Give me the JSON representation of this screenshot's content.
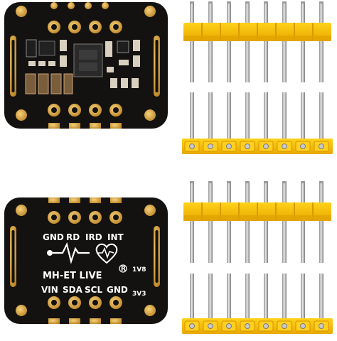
{
  "back_board": {
    "pin_labels": [
      "GND",
      "RD",
      "IRD",
      "INT"
    ],
    "brand": "MH-ET LIVE",
    "registered_mark": "R",
    "bottom_labels": [
      "VIN",
      "SDA",
      "SCL",
      "GND"
    ],
    "voltage_top": "1V8",
    "voltage_bottom": "3V3"
  },
  "colors": {
    "pcb": "#141210",
    "pad_gold": "#d9a441",
    "header_yellow": "#f5c000",
    "pin_silver": "#b9b9b9"
  }
}
